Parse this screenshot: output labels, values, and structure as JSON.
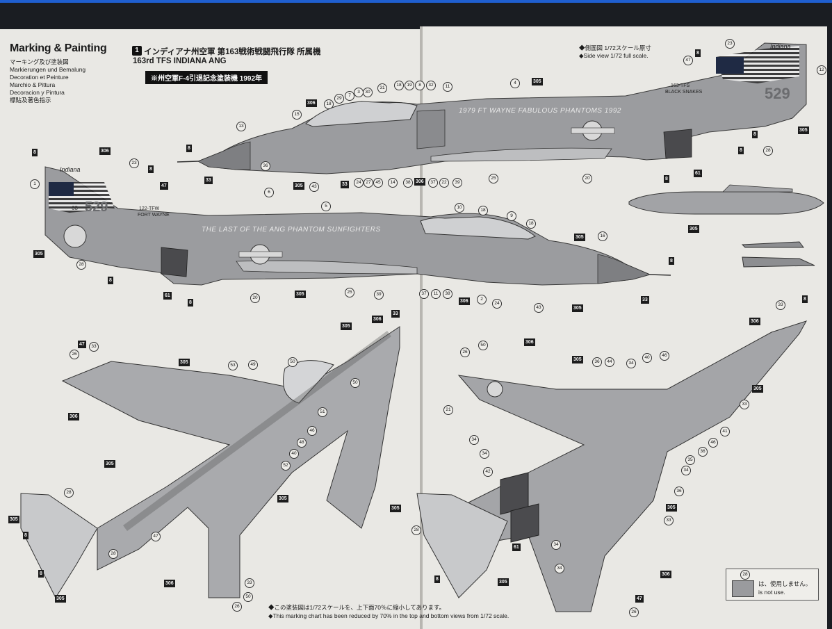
{
  "heading": {
    "title": "Marking & Painting",
    "languages": [
      "マーキング及び塗装図",
      "Markierungen und Bemalung",
      "Decoration et Peinture",
      "Marchio & Pittura",
      "Decoracion y Pintura",
      "標貼及著色指示"
    ]
  },
  "unit": {
    "number": "1",
    "name_jp": "インディアナ州空軍 第163戦術戦闘飛行隊 所属機",
    "name_en": "163rd TFS INDIANA ANG",
    "note": "※州空軍F-4引退記念塗装機 1992年"
  },
  "scale_note": {
    "jp": "◆側面図 1/72スケール原寸",
    "en": "◆Side view 1/72 full scale."
  },
  "aircraft_markings": {
    "fin": "Indiana",
    "tail_number": "529",
    "tail_year": "68",
    "unit_wing": "122-TFW",
    "city": "FORT WAYNE",
    "fuselage_left": "THE LAST OF THE ANG PHANTOM SUNFIGHTERS",
    "fuselage_right": "1979 FT WAYNE FABULOUS PHANTOMS 1992",
    "fin_right_unit": "163-TFS",
    "fin_right_name": "BLACK SNAKES",
    "tail_number_right": "529"
  },
  "callouts_side_top": [
    "13",
    "15",
    "306",
    "18",
    "29",
    "7",
    "3",
    "30",
    "31",
    "18",
    "19",
    "8",
    "32",
    "11",
    "4",
    "305",
    "23",
    "8",
    "47",
    "12",
    "305",
    "36",
    "6",
    "305",
    "43",
    "33",
    "24",
    "27",
    "45",
    "14",
    "38",
    "306",
    "37",
    "22",
    "39",
    "25",
    "20",
    "8",
    "61",
    "8",
    "28",
    "8",
    "305",
    "8",
    "33"
  ],
  "callouts_side_bottom": [
    "8",
    "306",
    "23",
    "8",
    "47",
    "1",
    "5",
    "10",
    "18",
    "9",
    "18",
    "305",
    "16",
    "305",
    "28",
    "8",
    "61",
    "8",
    "20",
    "305",
    "25",
    "39",
    "37",
    "11",
    "38",
    "306",
    "2",
    "24",
    "43",
    "305",
    "33",
    "8"
  ],
  "callouts_plan": [
    "305",
    "306",
    "33",
    "47",
    "33",
    "26",
    "305",
    "53",
    "49",
    "50",
    "50",
    "51",
    "306",
    "46",
    "48",
    "40",
    "52",
    "305",
    "305",
    "28",
    "305",
    "8",
    "47",
    "28",
    "8",
    "305",
    "306",
    "33",
    "50",
    "26",
    "26",
    "50",
    "306",
    "305",
    "36",
    "44",
    "34",
    "40",
    "46",
    "306",
    "33",
    "8",
    "305",
    "33",
    "21",
    "34",
    "34",
    "42",
    "41",
    "46",
    "36",
    "35",
    "34",
    "305",
    "305",
    "36",
    "33",
    "28",
    "61",
    "34",
    "34",
    "8",
    "305",
    "306",
    "47",
    "26"
  ],
  "legend": {
    "number": "28",
    "jp": "は、使用しません。",
    "en": "is not use."
  },
  "footer": {
    "jp": "◆この塗装図は1/72スケールを、上下面70％に縮小してあります。",
    "en": "◆This marking chart has been reduced by 70% in the top and bottom views from 1/72 scale."
  }
}
